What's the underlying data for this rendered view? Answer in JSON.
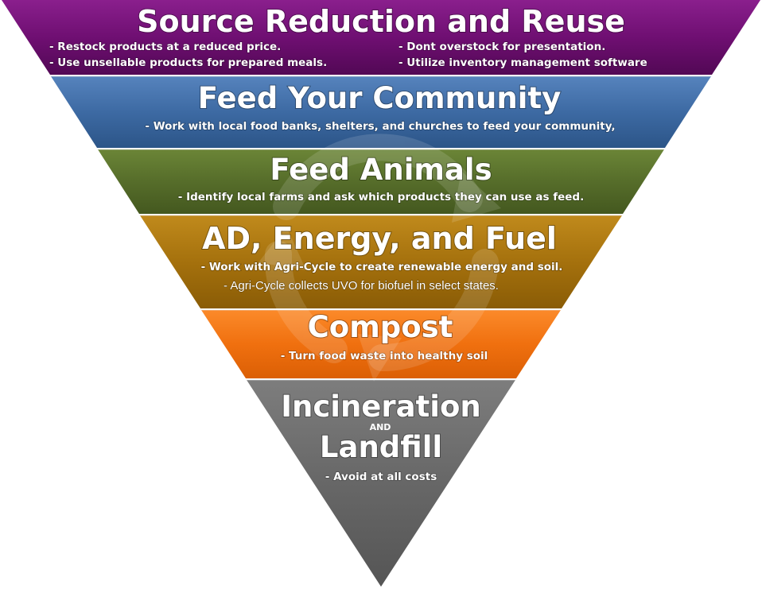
{
  "tiers": {
    "source": {
      "title": "Source Reduction and Reuse",
      "note_1": "- Restock products at a reduced price.",
      "note_2": "- Use unsellable products for prepared meals.",
      "note_3": "- Dont overstock for presentation.",
      "note_4": "- Utilize inventory management software",
      "color": "#6b0f6e"
    },
    "community": {
      "title": "Feed Your Community",
      "note_1": "- Work with local food banks, shelters, and churches to feed your community,",
      "color": "#3c6aa3"
    },
    "animals": {
      "title": "Feed Animals",
      "note_1": "- Identify local farms and ask which products they can use as feed.",
      "color": "#556b2a"
    },
    "energy": {
      "title": "AD, Energy, and Fuel",
      "note_1": "- Work with Agri-Cycle to create renewable energy and soil.",
      "note_2": "- Agri-Cycle collects UVO for biofuel in select states.",
      "color": "#a8730d"
    },
    "compost": {
      "title": "Compost",
      "note_1": "- Turn food waste into healthy soil",
      "color": "#ef6f0e"
    },
    "landfill": {
      "title_1": "Incineration",
      "and_word": "AND",
      "title_2": "Landfill",
      "note_1": "- Avoid at all costs",
      "color": "#6b6b6b"
    }
  }
}
